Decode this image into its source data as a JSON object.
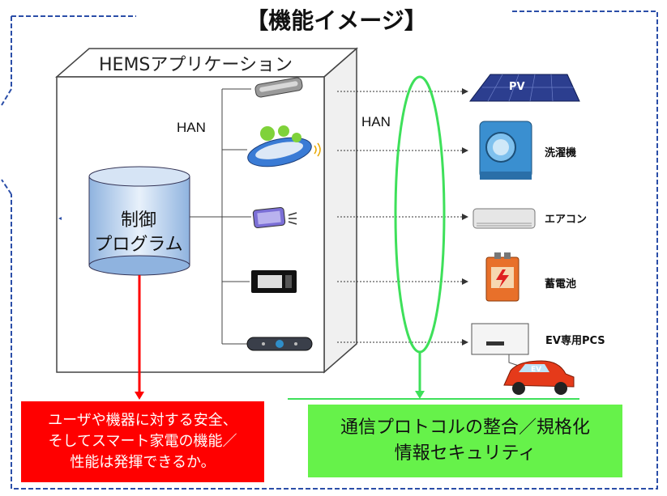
{
  "title": "【機能イメージ】",
  "hems_app_label": "HEMSアプリケーション",
  "han_left": "HAN",
  "han_right": "HAN",
  "control_program": [
    "制御",
    "プログラム"
  ],
  "devices": [
    {
      "name": "PV",
      "icon": "solar-panel-icon"
    },
    {
      "name": "洗濯機",
      "icon": "washing-machine-icon"
    },
    {
      "name": "エアコン",
      "icon": "air-conditioner-icon"
    },
    {
      "name": "蓄電池",
      "icon": "battery-icon"
    },
    {
      "name": "EV専用PCS",
      "icon": "ev-pcs-icon"
    }
  ],
  "ev_car_label": "EV",
  "controllers": [
    "remote-control-icon",
    "wireless-keyboard-icon",
    "keypad-icon",
    "tablet-icon",
    "remote-bar-icon"
  ],
  "red_box": [
    "ユーザや機器に対する安全、",
    "そしてスマート家電の機能／",
    "性能は発揮できるか。"
  ],
  "green_box": [
    "通信プロトコルの整合／規格化",
    "情報セキュリティ"
  ],
  "colors": {
    "frame_border": "#2b4ea8",
    "red": "#ff0000",
    "green": "#66f24a",
    "han_ring": "#3ee05a",
    "arrow": "#333333"
  }
}
